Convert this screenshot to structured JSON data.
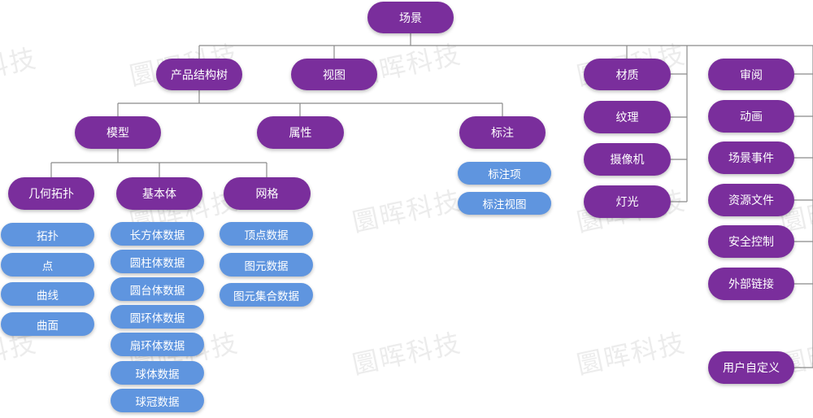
{
  "colors": {
    "primary": "#7a2e9c",
    "secondary": "#5f95df",
    "connector": "#8a8a8a"
  },
  "watermark": "圜晖科技",
  "nodes": {
    "scene": "场景",
    "product_tree": "产品结构树",
    "view": "视图",
    "material": "材质",
    "texture": "纹理",
    "camera": "摄像机",
    "light": "灯光",
    "review": "审阅",
    "animation": "动画",
    "scene_event": "场景事件",
    "resource_file": "资源文件",
    "security": "安全控制",
    "external_link": "外部链接",
    "user_defined": "用户自定义",
    "model": "模型",
    "attribute": "属性",
    "annotation": "标注",
    "annotation_item": "标注项",
    "annotation_view": "标注视图",
    "geometry_topology": "几何拓扑",
    "primitive": "基本体",
    "mesh": "网格",
    "topology": "拓扑",
    "point": "点",
    "curve": "曲线",
    "surface": "曲面",
    "cuboid": "长方体数据",
    "cylinder": "圆柱体数据",
    "frustum": "圆台体数据",
    "torus": "圆环体数据",
    "sector_ring": "扇环体数据",
    "sphere": "球体数据",
    "spherical_cap": "球冠数据",
    "vertex": "顶点数据",
    "element": "图元数据",
    "element_set": "图元集合数据"
  }
}
